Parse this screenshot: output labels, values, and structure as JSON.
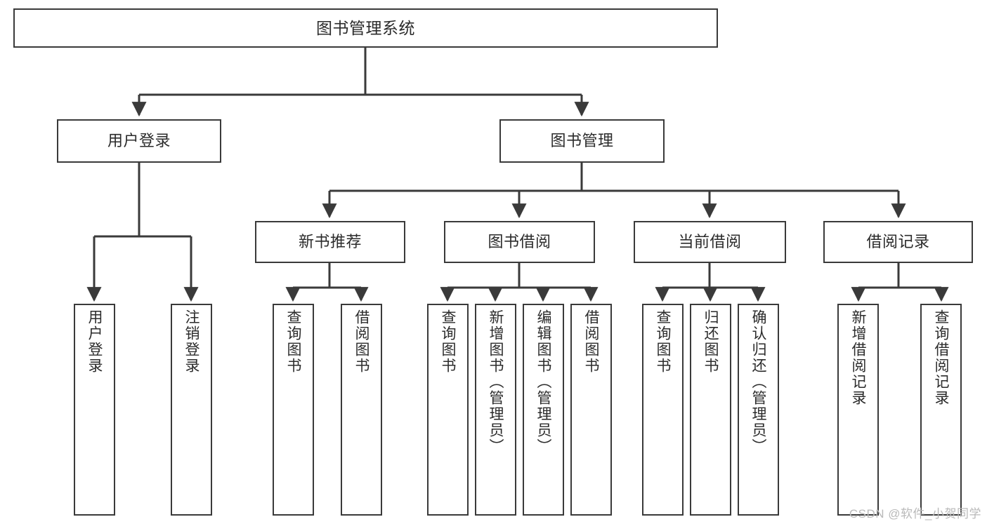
{
  "diagram": {
    "title": "图书管理系统",
    "watermark": "CSDN @软件_小贺同学",
    "line_color": "#3a3a3a",
    "box_fill": "#ffffff",
    "text_color": "#2b2b2b"
  },
  "root": {
    "label": "图书管理系统"
  },
  "level2": [
    {
      "label": "用户登录"
    },
    {
      "label": "图书管理"
    }
  ],
  "level3": [
    {
      "label": "新书推荐"
    },
    {
      "label": "图书借阅"
    },
    {
      "label": "当前借阅"
    },
    {
      "label": "借阅记录"
    }
  ],
  "leaves": {
    "user_login": [
      {
        "label": "用户登录"
      },
      {
        "label": "注销登录"
      }
    ],
    "new_book": [
      {
        "label": "查询图书"
      },
      {
        "label": "借阅图书"
      }
    ],
    "book_borrow": [
      {
        "label": "查询图书"
      },
      {
        "label": "新增图书（管理员）"
      },
      {
        "label": "编辑图书（管理员）"
      },
      {
        "label": "借阅图书"
      }
    ],
    "current_borrow": [
      {
        "label": "查询图书"
      },
      {
        "label": "归还图书"
      },
      {
        "label": "确认归还（管理员）"
      }
    ],
    "borrow_record": [
      {
        "label": "新增借阅记录"
      },
      {
        "label": "查询借阅记录"
      }
    ]
  }
}
